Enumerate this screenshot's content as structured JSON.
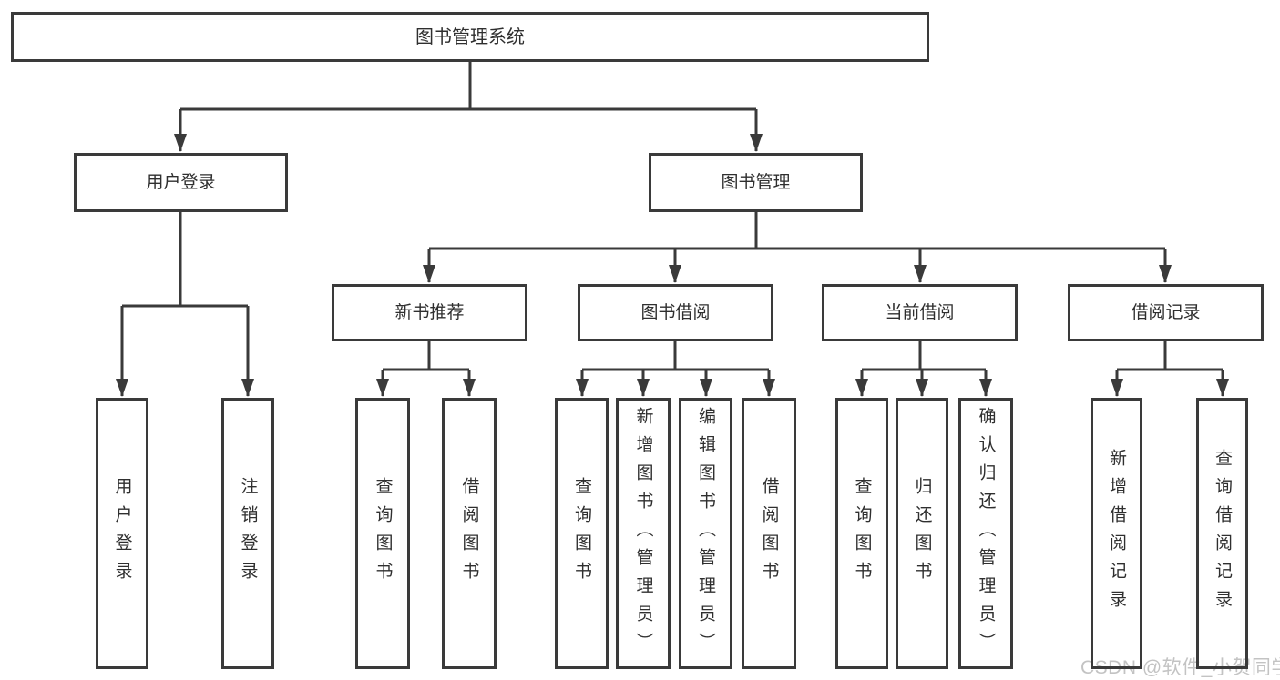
{
  "colors": {
    "line": "#3a3a3a",
    "text": "#2f2f2f",
    "watermark": "#c3c3c3",
    "background": "#ffffff"
  },
  "watermark": "CSDN @软件_小贺同学",
  "nodes": {
    "root": "图书管理系统",
    "login": "用户登录",
    "mgmt": "图书管理",
    "rec": "新书推荐",
    "borrow": "图书借阅",
    "current": "当前借阅",
    "records": "借阅记录",
    "leaves": {
      "login": [
        "用户登录",
        "注销登录"
      ],
      "rec": [
        "查询图书",
        "借阅图书"
      ],
      "borrow": [
        "查询图书",
        "新增图书（管理员）",
        "编辑图书（管理员）",
        "借阅图书"
      ],
      "current": [
        "查询图书",
        "归还图书",
        "确认归还（管理员）"
      ],
      "records": [
        "新增借阅记录",
        "查询借阅记录"
      ]
    }
  }
}
